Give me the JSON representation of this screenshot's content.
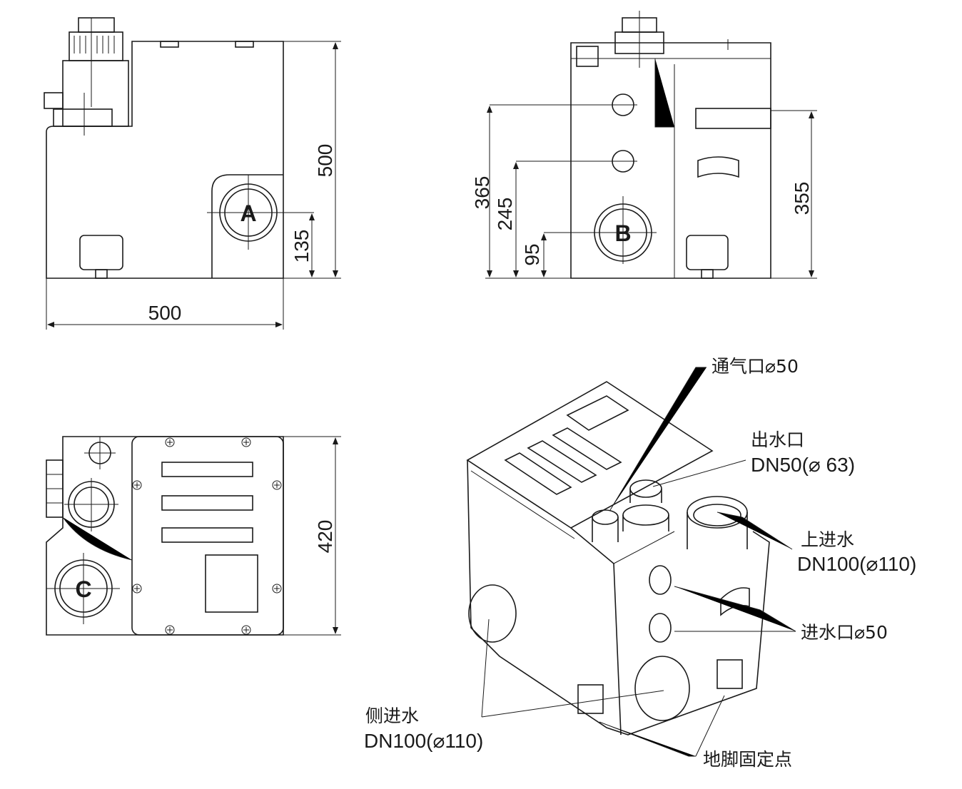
{
  "side_view": {
    "height_label": "500",
    "inlet_height_label": "135",
    "width_label": "500",
    "port_label": "A"
  },
  "front_view": {
    "dim_365": "365",
    "dim_245": "245",
    "dim_95": "95",
    "dim_355": "355",
    "port_label": "B"
  },
  "top_view": {
    "depth_label": "420",
    "port_label": "C"
  },
  "iso_view": {
    "vent": "通气口⌀50",
    "outlet_title": "出水口",
    "outlet_size": "DN50(⌀ 63)",
    "top_inlet_title": "上进水",
    "top_inlet_size": "DN100(⌀110)",
    "inlet": "进水口⌀50",
    "side_inlet_title": "侧进水",
    "side_inlet_size": "DN100(⌀110)",
    "foot": "地脚固定点"
  }
}
